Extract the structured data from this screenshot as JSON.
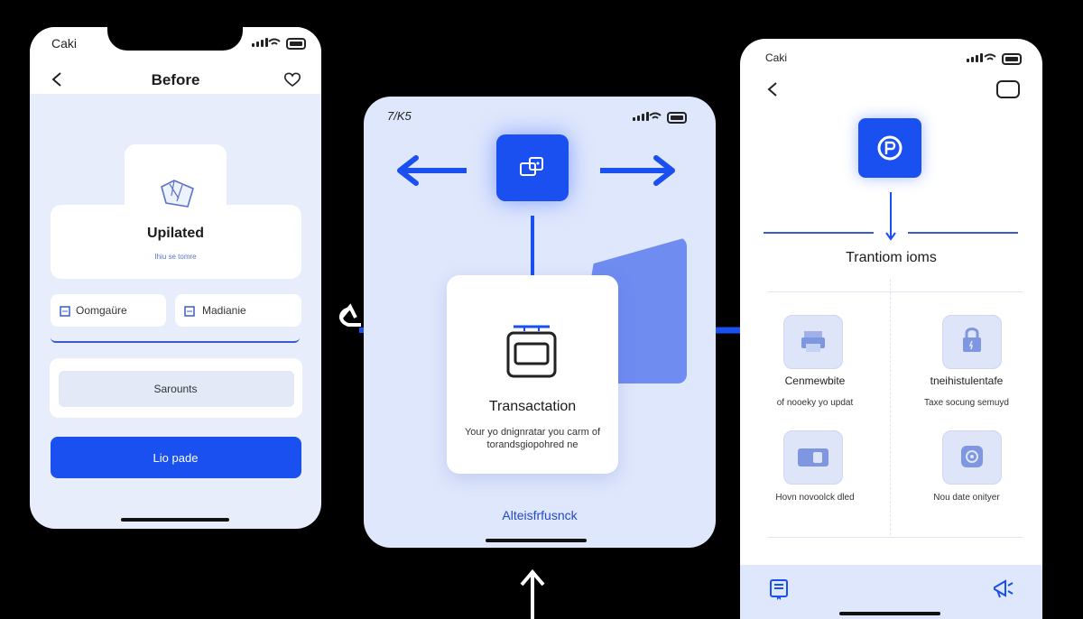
{
  "colors": {
    "accent": "#1a4ff0",
    "screen_bg": "#e7edfb",
    "panel_bg": "#dfe7fc",
    "background": "#000000"
  },
  "left_phone": {
    "status_time": "Caki",
    "title": "Before",
    "card_title": "Upilated",
    "card_subtitle": "Ihiu se tomre",
    "option_1": "Oomgaüre",
    "option_2": "Madianie",
    "list_item": "Sarounts",
    "button": "Lio pade",
    "icons": [
      "back-arrow-icon",
      "heart-icon",
      "map-icon",
      "chip-icon"
    ]
  },
  "center_phone": {
    "status_time": "7/K5",
    "card_title": "Transactation",
    "card_body_line1": "Your yo dnignratar you carm of",
    "card_body_line2": "torandsgiopohred ne",
    "footer_link": "Alteisfrfusnck",
    "icons": [
      "app-icon",
      "device-icon",
      "arrow-left-icon",
      "arrow-right-icon"
    ]
  },
  "right_phone": {
    "status_time": "Caki",
    "section_title": "Trantiom ioms",
    "features": [
      {
        "title": "Cenmewbite",
        "desc": "of nooeky yo updat",
        "icon": "printer-icon"
      },
      {
        "title": "tneihistulentafe",
        "desc": "Taxe socung semuyd",
        "icon": "lock-icon"
      },
      {
        "title": "",
        "desc": "Hovn novoolck dled",
        "icon": "card-icon"
      },
      {
        "title": "",
        "desc": "Nou date onityer",
        "icon": "gear-icon"
      }
    ],
    "icons": [
      "back-arrow-icon",
      "window-icon",
      "payment-icon",
      "book-icon",
      "megaphone-icon"
    ]
  }
}
